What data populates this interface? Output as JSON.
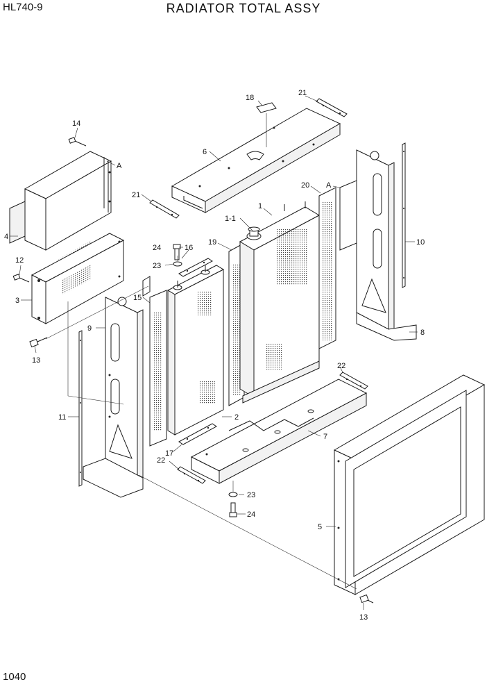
{
  "header": {
    "model": "HL740-9",
    "title": "RADIATOR TOTAL ASSY"
  },
  "footer": {
    "page_number": "1040"
  },
  "callouts": {
    "p1": "1",
    "p1_1": "1-1",
    "p2": "2",
    "p3": "3",
    "p4": "4",
    "p5": "5",
    "p6": "6",
    "p7": "7",
    "p8": "8",
    "p9": "9",
    "p10": "10",
    "p11": "11",
    "p12": "12",
    "p13a": "13",
    "p13b": "13",
    "p14": "14",
    "p15": "15",
    "p16": "16",
    "p17": "17",
    "p18": "18",
    "p19": "19",
    "p20": "20",
    "p21a": "21",
    "p21b": "21",
    "p22a": "22",
    "p22b": "22",
    "p23a": "23",
    "p23b": "23",
    "p24a": "24",
    "p24b": "24",
    "refA1": "A",
    "refA2": "A"
  }
}
